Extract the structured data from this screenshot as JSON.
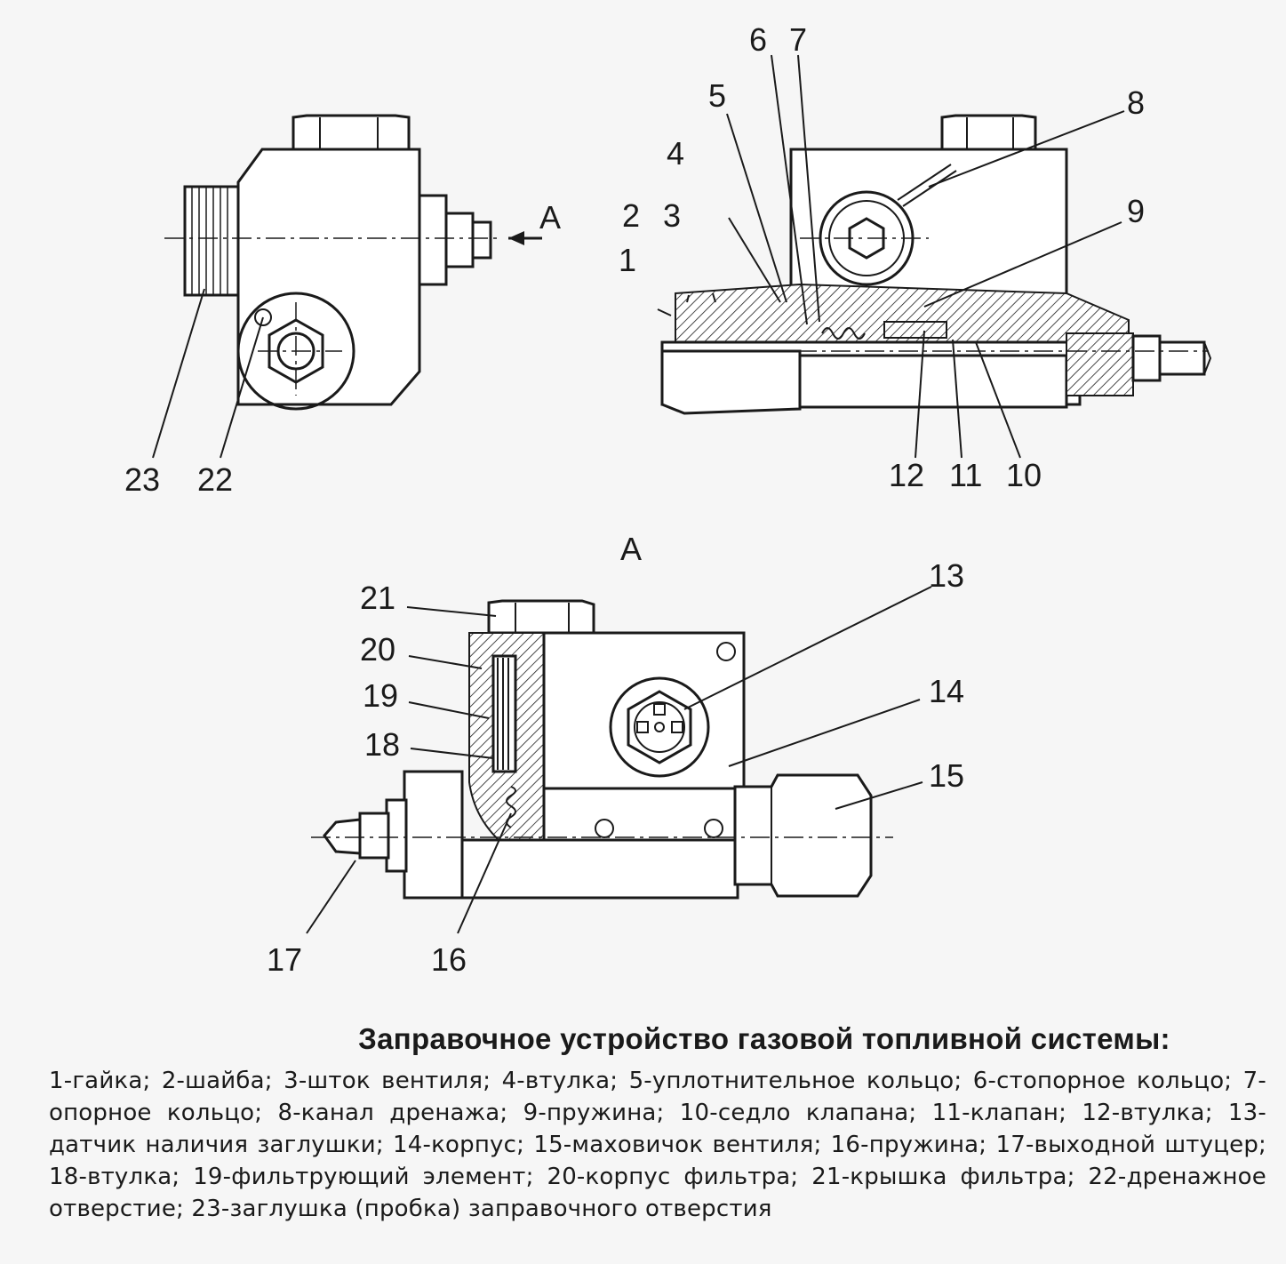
{
  "title": "Заправочное устройство газовой топливной системы:",
  "legend": "1-гайка; 2-шайба; 3-шток вентиля; 4-втулка; 5-уплотнительное кольцо; 6-стопорное кольцо; 7-опорное кольцо; 8-канал дренажа; 9-пружина; 10-седло клапана; 11-клапан; 12-втулка; 13-датчик наличия заглушки; 14-корпус; 15-маховичок вентиля; 16-пружина; 17-выходной штуцер; 18-втулка; 19-фильтрующий элемент; 20-корпус фильтра; 21-крышка фильтра; 22-дренажное отверстие; 23-заглушка (пробка) заправочного отверстия",
  "view_label": "A",
  "arrow_label": "A",
  "callouts": {
    "c1": "1",
    "c2": "2",
    "c3": "3",
    "c4": "4",
    "c5": "5",
    "c6": "6",
    "c7": "7",
    "c8": "8",
    "c9": "9",
    "c10": "10",
    "c11": "11",
    "c12": "12",
    "c13": "13",
    "c14": "14",
    "c15": "15",
    "c16": "16",
    "c17": "17",
    "c18": "18",
    "c19": "19",
    "c20": "20",
    "c21": "21",
    "c22": "22",
    "c23": "23"
  }
}
